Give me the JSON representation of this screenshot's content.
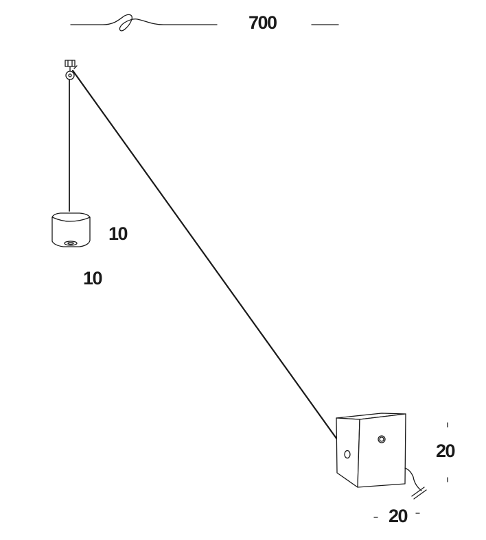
{
  "dimensions": {
    "top_length": "700",
    "small_height": "10",
    "small_width": "10",
    "large_height": "20",
    "large_width": "20"
  },
  "colors": {
    "line": "#1a1a1a",
    "fill": "#ffffff"
  }
}
